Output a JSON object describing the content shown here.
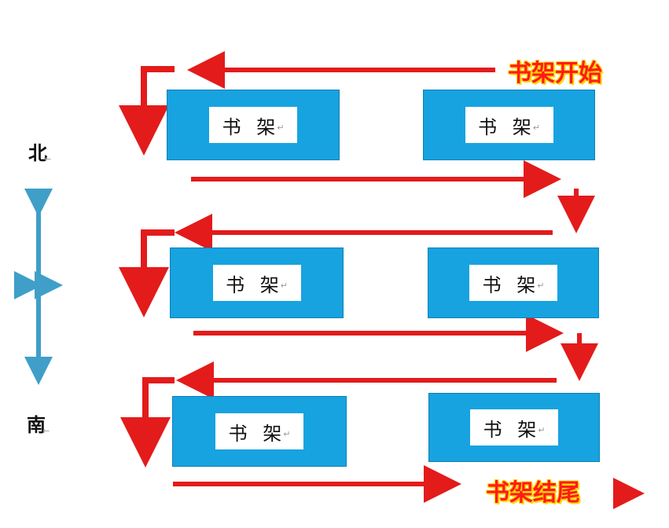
{
  "labels": {
    "north": "北",
    "south": "南",
    "start": "书架开始",
    "end": "书架结尾"
  },
  "shelves": [
    {
      "label": "书 架"
    },
    {
      "label": "书 架"
    },
    {
      "label": "书 架"
    },
    {
      "label": "书 架"
    },
    {
      "label": "书 架"
    },
    {
      "label": "书 架"
    }
  ],
  "colors": {
    "arrow": "#e31b1b",
    "shelf": "#17a3e0",
    "compass": "#3f9fc9"
  }
}
